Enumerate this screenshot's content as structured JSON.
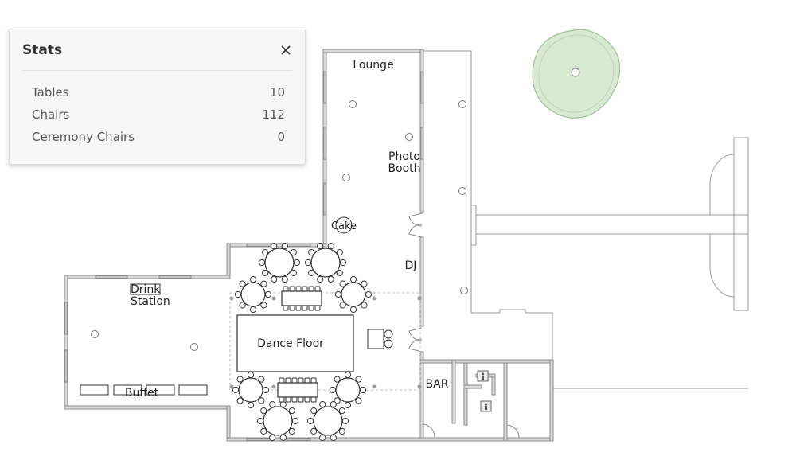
{
  "stats_panel": {
    "title": "Stats",
    "close_icon": "close-icon",
    "rows": [
      {
        "label": "Tables",
        "value": "10"
      },
      {
        "label": "Chairs",
        "value": "112"
      },
      {
        "label": "Ceremony Chairs",
        "value": "0"
      }
    ]
  },
  "floorplan": {
    "labels": {
      "lounge": "Lounge",
      "photo_booth_line1": "Photo",
      "photo_booth_line2": "Booth",
      "cake": "Cake",
      "dj": "DJ",
      "drink_station_line1": "Drink",
      "drink_station_line2": "Station",
      "dance_floor": "Dance Floor",
      "buffet": "Buffet",
      "bar": "BAR"
    },
    "colors": {
      "wall": "#8a8a8a",
      "wall_fill": "#d9d9d9",
      "tree_fill": "#d9ead3",
      "tree_stroke": "#9fbf96"
    },
    "icons": [
      "restroom-sign-icon",
      "restroom-sign-icon"
    ]
  }
}
